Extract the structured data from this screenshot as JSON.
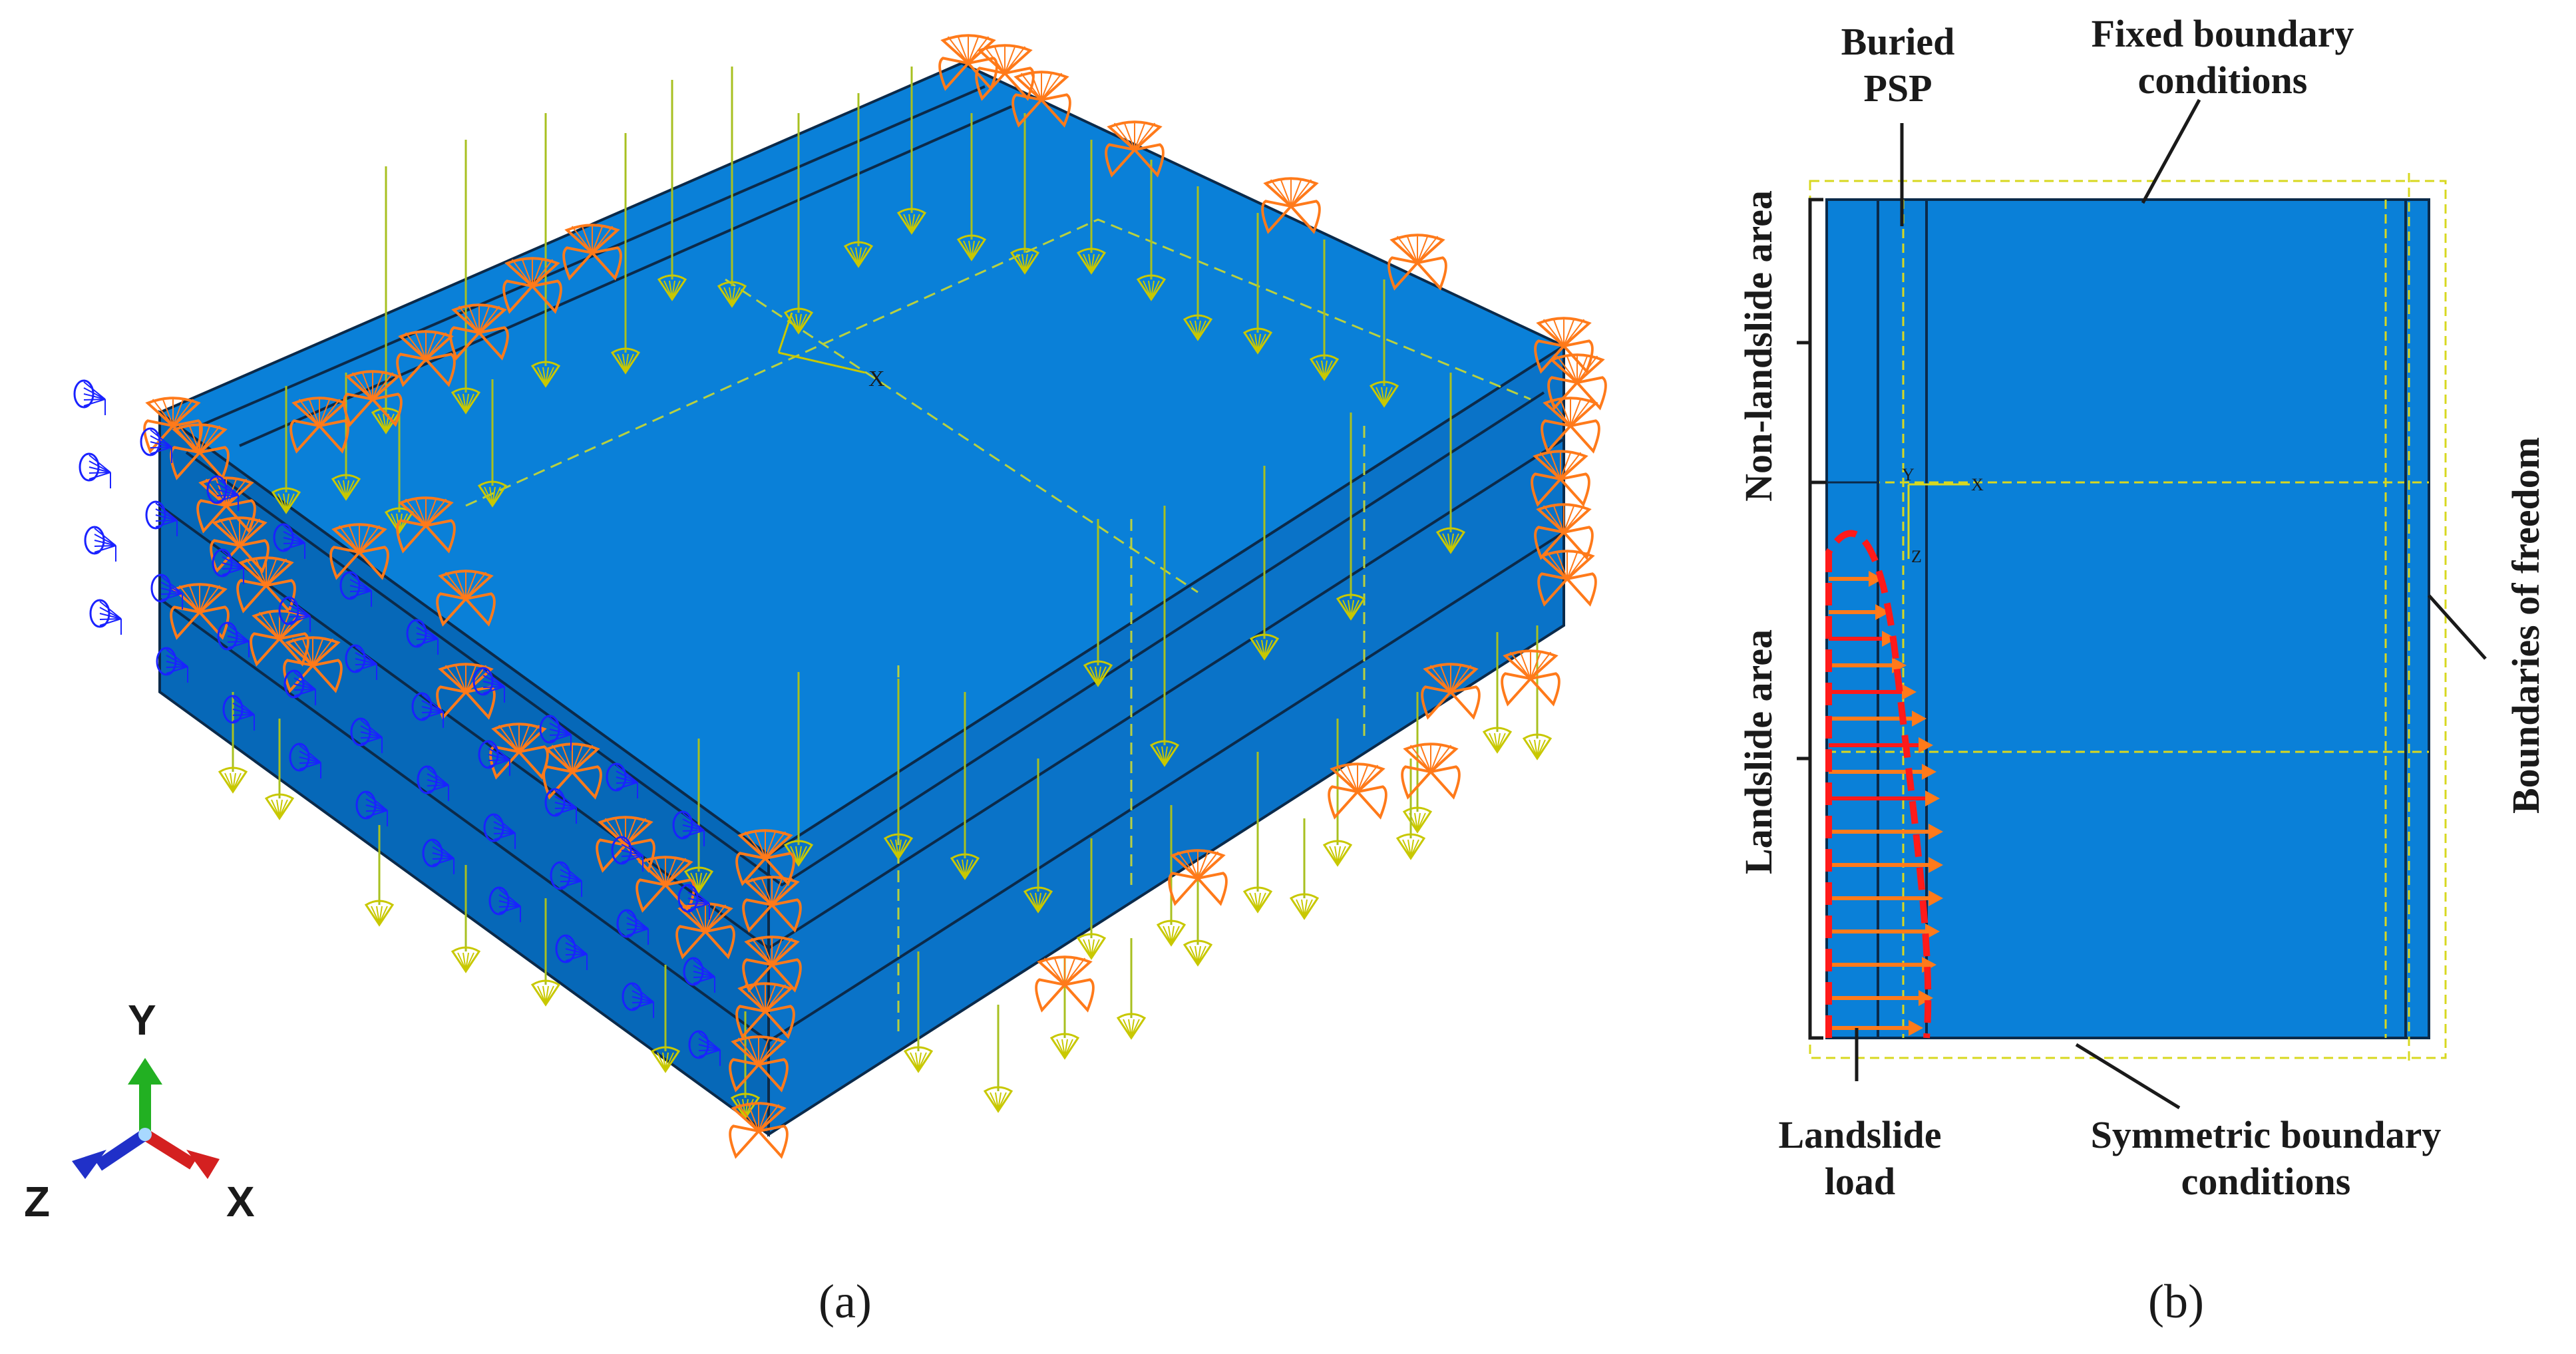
{
  "panel_a": {
    "caption": "(a)",
    "axis_x": "X",
    "axis_y": "Y",
    "axis_z": "Z",
    "mini_axis_x": "X",
    "colors": {
      "soil_top": "#0a80d8",
      "soil_side": "#0668b8",
      "load_arrow": "#c8c800",
      "fixed_bc": "#ff7a1a",
      "sym_bc": "#1a22ff"
    },
    "icons": {
      "fixed": "fixed-bc-cone-icon",
      "symmetric": "symmetric-bc-cone-icon",
      "load": "gravity-load-arrow-icon"
    }
  },
  "panel_b": {
    "caption": "(b)",
    "labels": {
      "buried_psp": [
        "Buried",
        "PSP"
      ],
      "fixed_boundary": [
        "Fixed boundary",
        "conditions"
      ],
      "non_landslide": "Non-landslide area",
      "landslide_area": "Landslide area",
      "boundaries_freedom": "Boundaries of freedom",
      "landslide_load": [
        "Landslide",
        "load"
      ],
      "symmetric_boundary": [
        "Symmetric boundary",
        "conditions"
      ]
    },
    "mini_axis": {
      "x": "X",
      "y": "Y",
      "z": "Z"
    },
    "colors": {
      "soil": "#0a80d8",
      "load_curve": "#ff1a1a",
      "load_arrow": "#ff7a1a",
      "bc_dash": "#d8d820"
    }
  }
}
